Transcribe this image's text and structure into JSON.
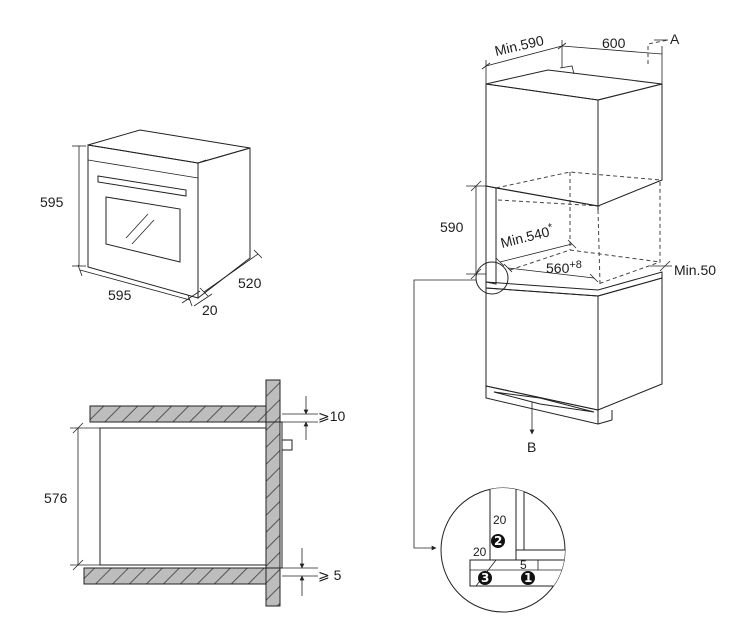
{
  "oven_view": {
    "height": "595",
    "width": "595",
    "depth": "520",
    "door": "20"
  },
  "side_section": {
    "top_clearance": "⩾10",
    "height": "576",
    "bottom_clearance": "⩾ 5"
  },
  "cabinet": {
    "min_depth": "Min.590",
    "width": "600",
    "label_a": "A",
    "niche_height": "590",
    "min_depth_inner": "Min.540",
    "min_depth_inner_sup": "*",
    "niche_width": "560",
    "niche_width_sup": "+8",
    "min_gap": "Min.50",
    "label_b": "B"
  },
  "detail": {
    "dim_20_top": "20",
    "dim_20_left": "20",
    "dim_5": "5",
    "callout_1": "1",
    "callout_2": "2",
    "callout_3": "3"
  }
}
